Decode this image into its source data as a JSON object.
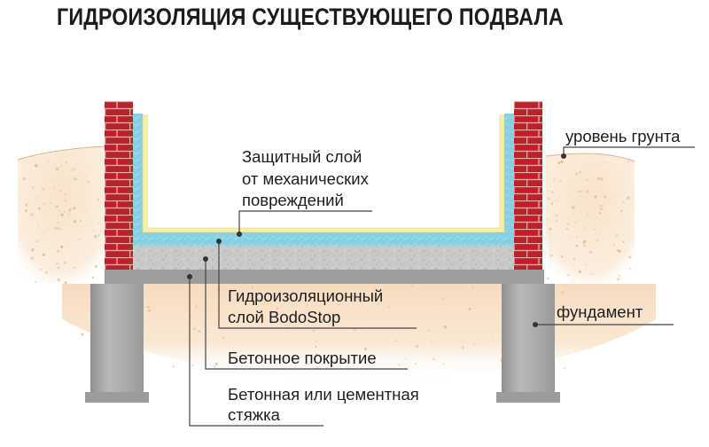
{
  "title": "ГИДРОИЗОЛЯЦИЯ СУЩЕСТВУЮЩЕГО ПОДВАЛА",
  "labels": {
    "ground_level": "уровень грунта",
    "protective_layer": [
      "Защитный слой",
      "от механических",
      "повреждений"
    ],
    "waterproofing_layer": [
      "Гидроизоляционный",
      "слой BodoStop"
    ],
    "foundation": "фундамент",
    "concrete_cover": "Бетонное покрытие",
    "screed": [
      "Бетонная или цементная",
      "стяжка"
    ]
  },
  "colors": {
    "soil": "#f6dcbf",
    "soil_dots": "#eab98c",
    "brick": "#b8242a",
    "mortar": "#e9aeb0",
    "waterproofing": "#86d0e4",
    "protective": "#f4f0a8",
    "concrete_cover": "#c9c9c9",
    "screed": "#9d9d9d",
    "foundation": "#a9a9a9",
    "leader": "#444444"
  }
}
